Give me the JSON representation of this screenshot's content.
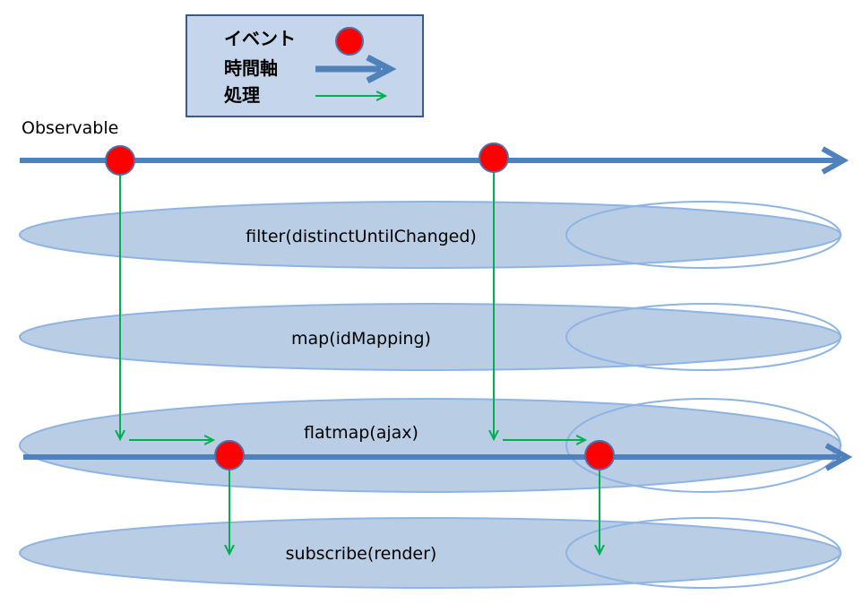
{
  "legend": {
    "event_label": "イベント",
    "timeline_label": "時間軸",
    "process_label": "処理"
  },
  "observable_label": "Observable",
  "lanes": [
    {
      "label": "filter(distinctUntilChanged)"
    },
    {
      "label": "map(idMapping)"
    },
    {
      "label": "flatmap(ajax)"
    },
    {
      "label": "subscribe(render)"
    }
  ],
  "colors": {
    "timeline": "#4f81bd",
    "event_fill": "#ff0000",
    "event_stroke": "#4f6fa8",
    "process_arrow": "#00b050",
    "lane_fill": "#b9cde5",
    "lane_stroke": "#8eb4e3",
    "legend_fill": "#c5d5ec",
    "legend_stroke": "#3b5a86"
  },
  "icons": {
    "event": "red-circle",
    "timeline": "thick-blue-arrow",
    "process": "thin-green-arrow"
  }
}
